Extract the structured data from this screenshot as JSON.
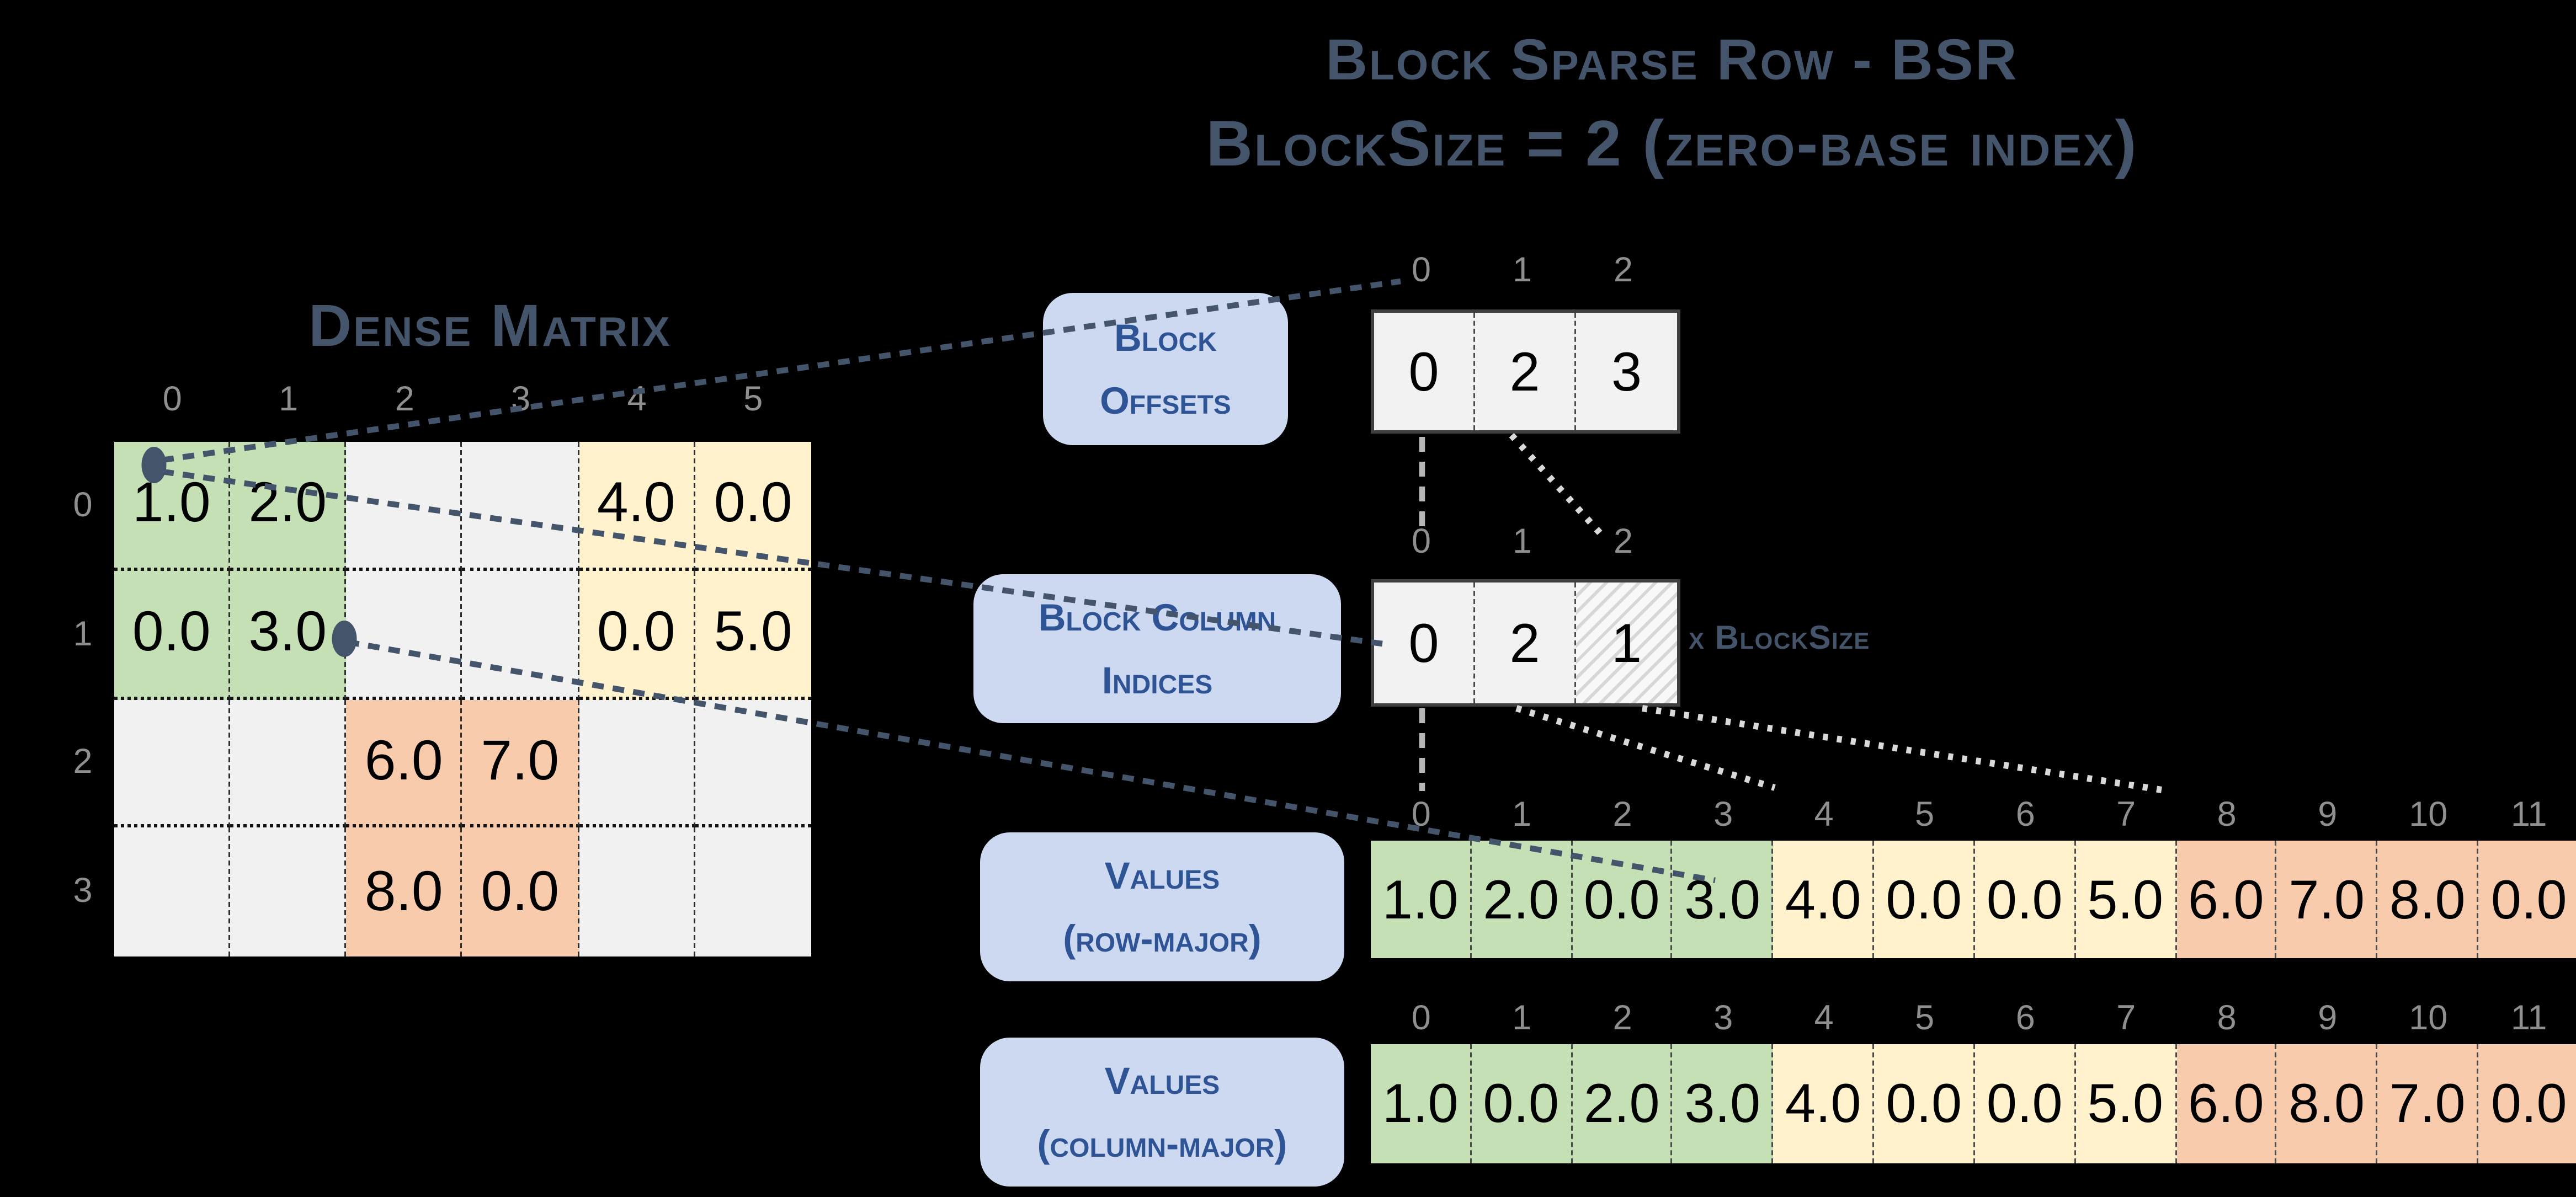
{
  "title": {
    "line1": "Block Sparse Row - BSR",
    "line2": "BlockSize = 2 (zero-base index)"
  },
  "dense_matrix": {
    "heading": "Dense Matrix",
    "col_headers": [
      "0",
      "1",
      "2",
      "3",
      "4",
      "5"
    ],
    "row_headers": [
      "0",
      "1",
      "2",
      "3"
    ],
    "cells": [
      [
        {
          "v": "1.0",
          "c": "green"
        },
        {
          "v": "2.0",
          "c": "green"
        },
        {
          "v": "",
          "c": "gray"
        },
        {
          "v": "",
          "c": "gray"
        },
        {
          "v": "4.0",
          "c": "yellow"
        },
        {
          "v": "0.0",
          "c": "yellow"
        }
      ],
      [
        {
          "v": "0.0",
          "c": "green"
        },
        {
          "v": "3.0",
          "c": "green"
        },
        {
          "v": "",
          "c": "gray"
        },
        {
          "v": "",
          "c": "gray"
        },
        {
          "v": "0.0",
          "c": "yellow"
        },
        {
          "v": "5.0",
          "c": "yellow"
        }
      ],
      [
        {
          "v": "",
          "c": "gray"
        },
        {
          "v": "",
          "c": "gray"
        },
        {
          "v": "6.0",
          "c": "orange"
        },
        {
          "v": "7.0",
          "c": "orange"
        },
        {
          "v": "",
          "c": "gray"
        },
        {
          "v": "",
          "c": "gray"
        }
      ],
      [
        {
          "v": "",
          "c": "gray"
        },
        {
          "v": "",
          "c": "gray"
        },
        {
          "v": "8.0",
          "c": "orange"
        },
        {
          "v": "0.0",
          "c": "orange"
        },
        {
          "v": "",
          "c": "gray"
        },
        {
          "v": "",
          "c": "gray"
        }
      ]
    ]
  },
  "block_offsets": {
    "label_line1": "Block",
    "label_line2": "Offsets",
    "indices": [
      "0",
      "1",
      "2"
    ],
    "values": [
      "0",
      "2",
      "3"
    ],
    "cell_styles": [
      "plain",
      "plain",
      "plain"
    ]
  },
  "block_column_indices": {
    "label_line1": "Block Column",
    "label_line2": "Indices",
    "indices": [
      "0",
      "1",
      "2"
    ],
    "values": [
      "0",
      "2",
      "1"
    ],
    "cell_styles": [
      "plain",
      "plain",
      "hatch"
    ],
    "note": "x BlockSize"
  },
  "values_row_major": {
    "label_line1": "Values",
    "label_line2": "(row-major)",
    "indices": [
      "0",
      "1",
      "2",
      "3",
      "4",
      "5",
      "6",
      "7",
      "8",
      "9",
      "10",
      "11"
    ],
    "values": [
      "1.0",
      "2.0",
      "0.0",
      "3.0",
      "4.0",
      "0.0",
      "0.0",
      "5.0",
      "6.0",
      "7.0",
      "8.0",
      "0.0"
    ],
    "cell_styles": [
      "green",
      "green",
      "green",
      "green",
      "yellow",
      "yellow",
      "yellow",
      "yellow",
      "orange",
      "orange",
      "orange",
      "orange"
    ]
  },
  "values_column_major": {
    "label_line1": "Values",
    "label_line2": "(column-major)",
    "indices": [
      "0",
      "1",
      "2",
      "3",
      "4",
      "5",
      "6",
      "7",
      "8",
      "9",
      "10",
      "11"
    ],
    "values": [
      "1.0",
      "0.0",
      "2.0",
      "3.0",
      "4.0",
      "0.0",
      "0.0",
      "5.0",
      "6.0",
      "8.0",
      "7.0",
      "0.0"
    ],
    "cell_styles": [
      "green",
      "green",
      "green",
      "green",
      "yellow",
      "yellow",
      "yellow",
      "yellow",
      "orange",
      "orange",
      "orange",
      "orange"
    ]
  },
  "colors": {
    "background": "#000000",
    "slate_heading": "#44546a",
    "label_text": "#2f5496",
    "label_box_bg": "#ccd9f0",
    "index_gray": "#8f8f8f",
    "block_green": "#c5e0b4",
    "block_yellow": "#fff2cc",
    "block_orange": "#f8cbad",
    "empty_cell_gray": "#f1f1f1",
    "connector_navy": "#44546a",
    "connector_gray_dash": "#b7b7b7",
    "connector_gray_dot": "#d9d9d9"
  }
}
